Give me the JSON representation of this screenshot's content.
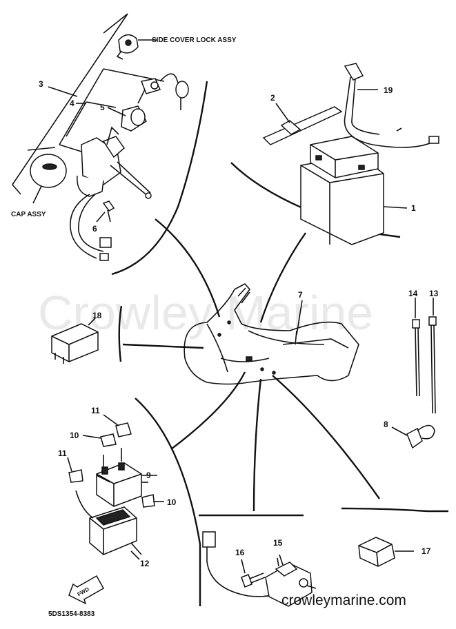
{
  "labels": {
    "side_cover_lock": "SIDE COVER LOCK ASSY",
    "cap_assy": "CAP ASSY",
    "part_code": "5DS1354-8383",
    "fwd": "FWD"
  },
  "callouts": {
    "n1": "1",
    "n2": "2",
    "n3": "3",
    "n4": "4",
    "n5": "5",
    "n6": "6",
    "n7": "7",
    "n8": "8",
    "n9": "9",
    "n10a": "10",
    "n10b": "10",
    "n11a": "11",
    "n11b": "11",
    "n12": "12",
    "n13": "13",
    "n14": "14",
    "n15": "15",
    "n16": "16",
    "n17": "17",
    "n18": "18",
    "n19": "19"
  },
  "watermark": "Crowley Marine",
  "website": "crowleymarine.com"
}
